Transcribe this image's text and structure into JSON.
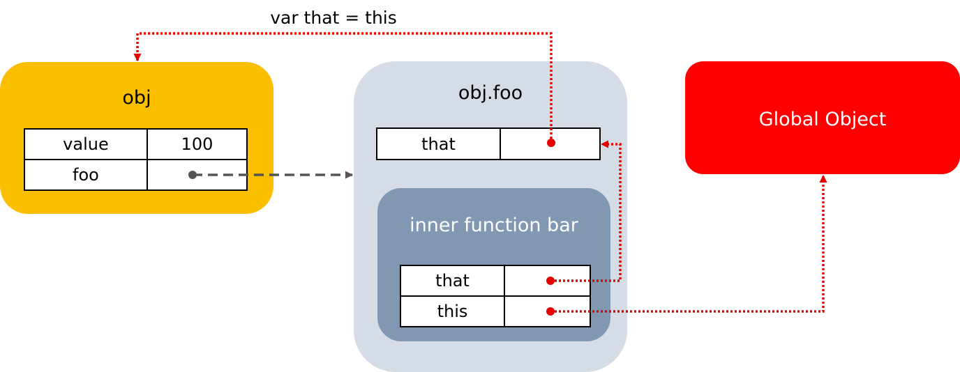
{
  "caption": "var that = this",
  "obj": {
    "title": "obj",
    "rows": [
      {
        "key": "value",
        "val": "100"
      },
      {
        "key": "foo",
        "val": ""
      }
    ]
  },
  "foo": {
    "title": "obj.foo",
    "rows": [
      {
        "key": "that",
        "val": ""
      }
    ]
  },
  "bar": {
    "title": "inner function bar",
    "rows": [
      {
        "key": "that",
        "val": ""
      },
      {
        "key": "this",
        "val": ""
      }
    ]
  },
  "global": {
    "title": "Global Object"
  },
  "colors": {
    "obj": "#fcbf00",
    "foo": "#d5dce6",
    "bar": "#8297b1",
    "global": "#ff0000",
    "pointer_red": "#e60000",
    "pointer_gray": "#555555"
  }
}
